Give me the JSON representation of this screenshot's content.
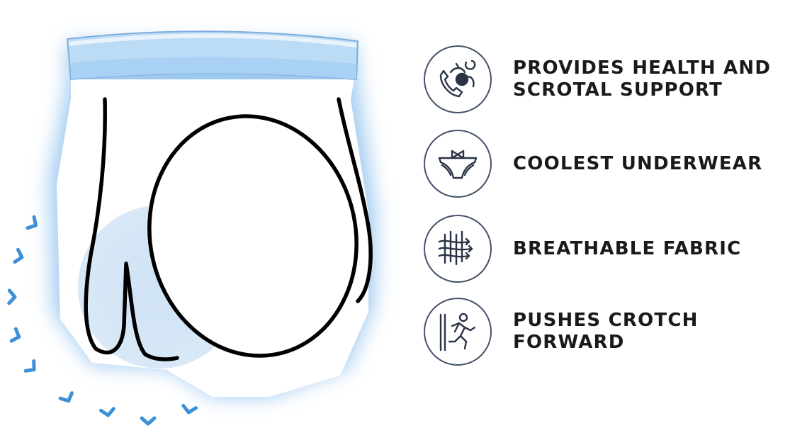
{
  "features": [
    {
      "icon": "health-support-icon",
      "text": "PROVIDES HEALTH AND\nSCROTAL SUPPORT"
    },
    {
      "icon": "underwear-icon",
      "text": "COOLEST UNDERWEAR"
    },
    {
      "icon": "breathable-fabric-icon",
      "text": "BREATHABLE FABRIC"
    },
    {
      "icon": "running-person-icon",
      "text": "PUSHES CROTCH FORWARD"
    }
  ],
  "colors": {
    "glow": "#a9d1f3",
    "outline": "#000000",
    "chevron": "#3d8fd6",
    "badge_border": "#45526a"
  }
}
